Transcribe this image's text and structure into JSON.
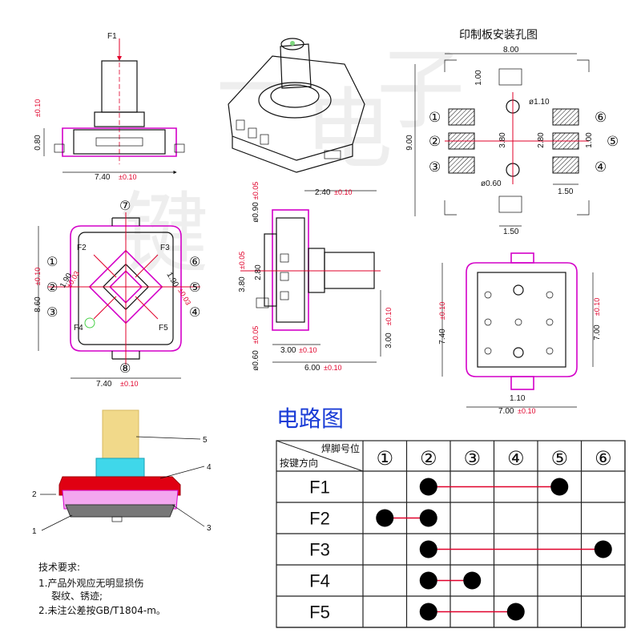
{
  "watermark": [
    "一",
    "键",
    "电",
    "子"
  ],
  "top_view": {
    "f1_label": "F1",
    "dim_height": "0.80",
    "dim_height_tol": "±0.10",
    "dim_width": "7.40",
    "dim_width_tol": "±0.10"
  },
  "pcb": {
    "title": "印制板安装孔图",
    "dim_width": "8.00",
    "dim_height": "9.00",
    "dim_pad_h": "1.00",
    "dim_hole": "ø1.10",
    "dim_3_80": "3.80",
    "dim_2_80": "2.80",
    "dim_1_00": "1.00",
    "dim_small_hole": "ø0.60",
    "dim_1_50_a": "1.50",
    "dim_1_50_b": "1.50",
    "pins": [
      "①",
      "②",
      "③",
      "④",
      "⑤",
      "⑥"
    ]
  },
  "side_view": {
    "dim_2_40": "2.40",
    "dim_2_40_tol": "±0.10",
    "dim_090": "ø0.90",
    "dim_090_tol": "±0.05",
    "dim_380": "3.80",
    "dim_380_tol": "±0.05",
    "dim_280": "2.80",
    "dim_060": "ø0.60",
    "dim_060_tol": "±0.05",
    "dim_300": "3.00",
    "dim_300_tol": "±0.10",
    "dim_600": "6.00",
    "dim_600_tol": "±0.10",
    "dim_300v": "3.00",
    "dim_300v_tol": "±0.10"
  },
  "front_view": {
    "dim_860": "8.60",
    "dim_860_tol": "±0.10",
    "dim_740": "7.40",
    "dim_740_tol": "±0.10",
    "dim_190a": "1.90",
    "dim_190b": "1.90",
    "dim_tol_small": "±0.03",
    "dirs": [
      "F2",
      "F3",
      "F4",
      "F5"
    ],
    "pins": [
      "⑦",
      "①",
      "②",
      "③",
      "⑥",
      "⑤",
      "④",
      "⑧"
    ]
  },
  "bottom_view": {
    "dim_740": "7.40",
    "dim_740_tol": "±0.10",
    "dim_700v": "7.00",
    "dim_700v_tol": "±0.10",
    "dim_110": "1.10",
    "dim_700": "7.00",
    "dim_700_tol": "±0.10"
  },
  "cross_section": {
    "callouts": [
      "5",
      "4",
      "2",
      "1",
      "3"
    ]
  },
  "notes": {
    "title": "技术要求:",
    "line1": "1.产品外观应无明显损伤",
    "line1b": "裂纹、锈迹;",
    "line2": "2.未注公差按GB/T1804-m。"
  },
  "circuit": {
    "title": "电路图",
    "header_top": "焊脚号位",
    "header_bottom": "按键方向",
    "columns": [
      "①",
      "②",
      "③",
      "④",
      "⑤",
      "⑥"
    ],
    "rows": [
      {
        "label": "F1",
        "connects": [
          2,
          5
        ]
      },
      {
        "label": "F2",
        "connects": [
          1,
          2
        ]
      },
      {
        "label": "F3",
        "connects": [
          2,
          6
        ]
      },
      {
        "label": "F4",
        "connects": [
          2,
          3
        ]
      },
      {
        "label": "F5",
        "connects": [
          2,
          4
        ]
      }
    ],
    "dot_color": "#000000",
    "line_color": "#e0002a"
  }
}
